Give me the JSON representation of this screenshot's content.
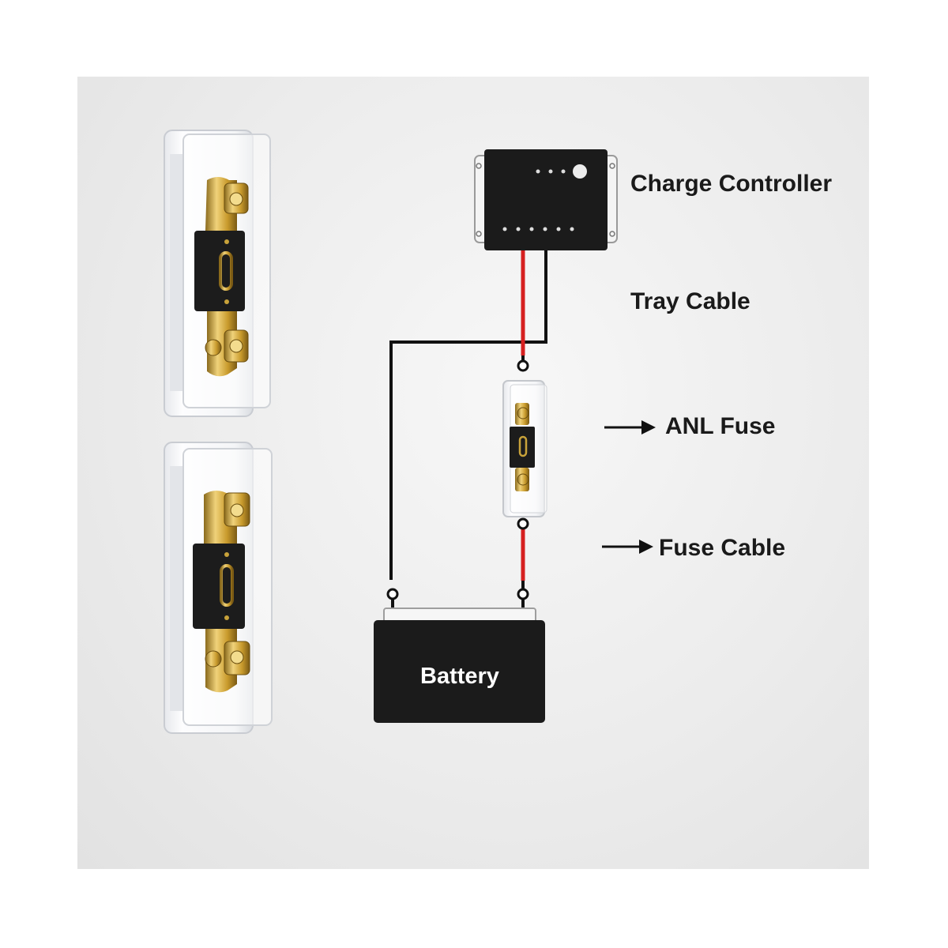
{
  "labels": {
    "charge_controller": "Charge Controller",
    "tray_cable": "Tray Cable",
    "anl_fuse": "ANL Fuse",
    "fuse_cable": "Fuse Cable",
    "battery": "Battery"
  },
  "colors": {
    "wire_red": "#d62020",
    "wire_black": "#111111",
    "device_black": "#1b1b1b",
    "brass": "#c8a23a",
    "clear_plastic": "#f3f4f6"
  }
}
